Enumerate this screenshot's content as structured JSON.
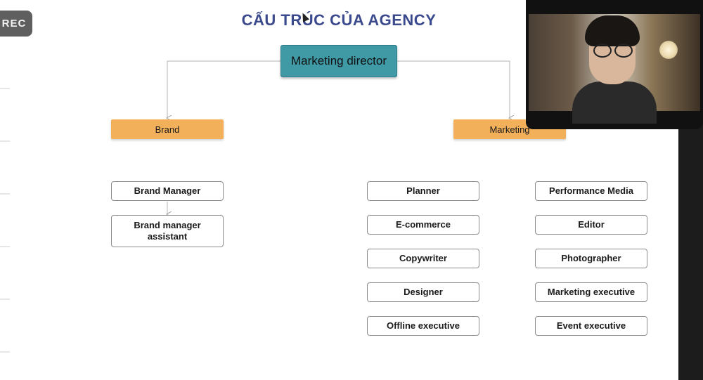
{
  "recording": {
    "label": "REC"
  },
  "slide": {
    "title": "CẤU TRÚC CỦA AGENCY",
    "director": "Marketing director",
    "departments": {
      "brand": "Brand",
      "marketing": "Marketing"
    },
    "brand_roles": [
      "Brand Manager",
      "Brand manager assistant"
    ],
    "marketing_roles_left": [
      "Planner",
      "E-commerce",
      "Copywriter",
      "Designer",
      "Offline executive"
    ],
    "marketing_roles_right": [
      "Performance Media",
      "Editor",
      "Photographer",
      "Marketing executive",
      "Event executive"
    ]
  },
  "colors": {
    "title": "#3b4a8c",
    "director_fill": "#3f9aa6",
    "department_fill": "#f2b05a",
    "role_border": "#8c8c8c"
  },
  "icons": {
    "cursor": "pointer-cursor-icon",
    "webcam": "webcam-video-feed"
  }
}
